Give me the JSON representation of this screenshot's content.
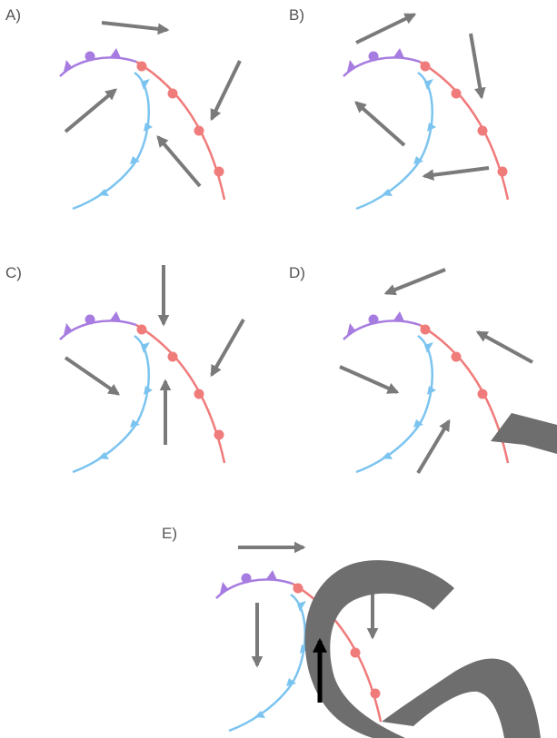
{
  "panels": [
    {
      "id": "A",
      "label": "A)"
    },
    {
      "id": "B",
      "label": "B)"
    },
    {
      "id": "C",
      "label": "C)"
    },
    {
      "id": "D",
      "label": "D)"
    },
    {
      "id": "E",
      "label": "E)"
    }
  ],
  "colors": {
    "warm_front": "#f07b7b",
    "cold_front": "#7cc4f0",
    "occluded_front": "#a77ce0",
    "wind_arrow": "#7a7a7a",
    "overlay_shape": "#6e6e6e",
    "highlight_arrow": "#000000"
  },
  "icons": {
    "wind": "arrow",
    "warm_front": "semicircle-markers",
    "cold_front": "triangle-markers",
    "occluded_front": "mixed-markers"
  }
}
